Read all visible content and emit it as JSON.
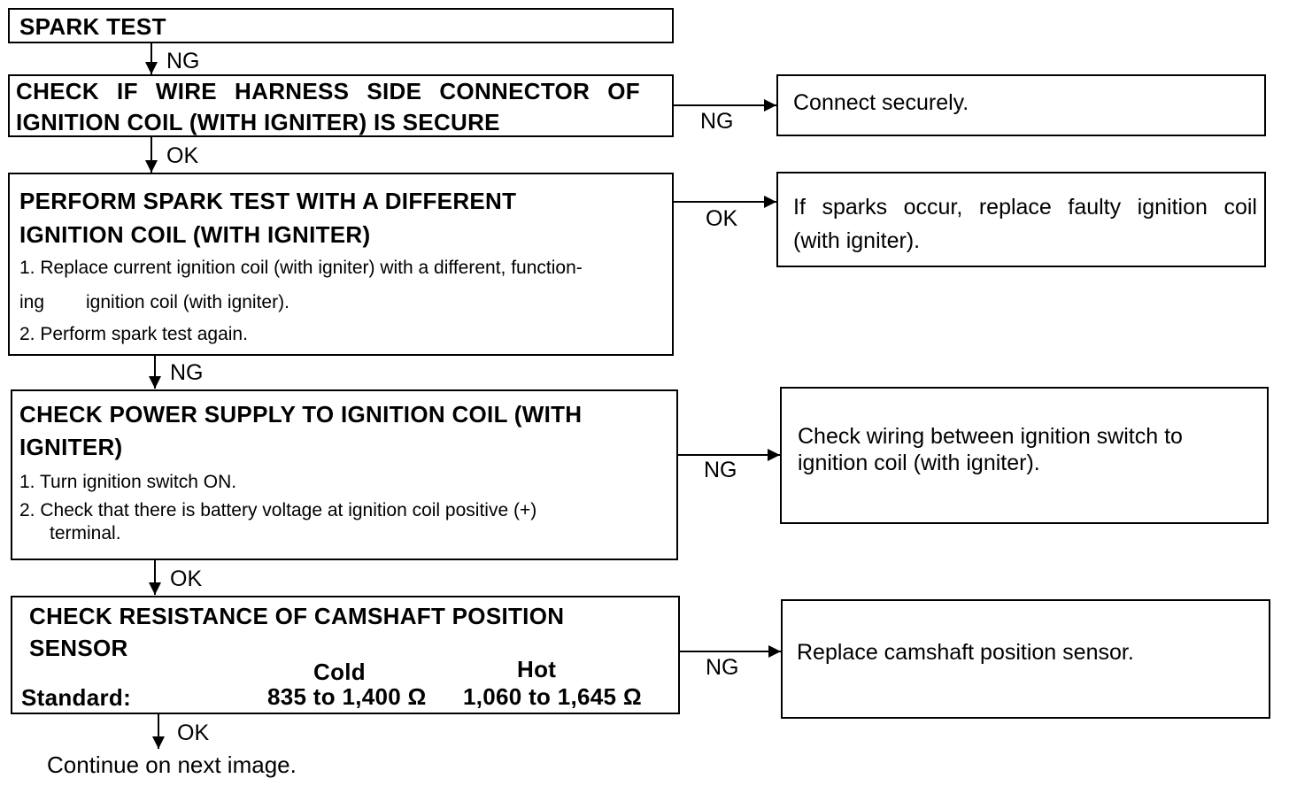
{
  "steps": {
    "spark_test": {
      "title": "SPARK TEST"
    },
    "harness": {
      "title_line1": [
        "CHECK",
        "IF",
        "WIRE",
        "HARNESS",
        "SIDE",
        "CONNECTOR",
        "OF"
      ],
      "title_line2": "IGNITION COIL (WITH IGNITER) IS SECURE"
    },
    "different_coil": {
      "title_line1": "PERFORM SPARK TEST WITH A DIFFERENT",
      "title_line2": "IGNITION COIL (WITH IGNITER)",
      "item1_line1": "1. Replace current ignition coil (with igniter) with a different, function-",
      "item1_line2a": "ing",
      "item1_line2b": "ignition coil (with igniter).",
      "item2": "2. Perform spark test again."
    },
    "power_supply": {
      "title_line1": "CHECK POWER SUPPLY TO IGNITION COIL (WITH",
      "title_line2": "IGNITER)",
      "item1": "1. Turn ignition switch ON.",
      "item2_line1": "2. Check that there is battery voltage at ignition coil positive (+)",
      "item2_line2": "terminal."
    },
    "camshaft": {
      "title_line1": "CHECK RESISTANCE OF CAMSHAFT POSITION",
      "title_line2": "SENSOR",
      "standard_label": "Standard:",
      "cold_header": "Cold",
      "cold_value": "835 to 1,400 Ω",
      "hot_header": "Hot",
      "hot_value": "1,060 to 1,645 Ω"
    }
  },
  "results": {
    "connect": "Connect securely.",
    "replace_coil_line1": [
      "If",
      "sparks",
      "occur,",
      "replace",
      "faulty",
      "ignition",
      "coil"
    ],
    "replace_coil_line2": "(with igniter).",
    "check_wiring_line1": "Check wiring between ignition switch to",
    "check_wiring_line2": "ignition coil (with igniter).",
    "replace_sensor": "Replace camshaft position sensor."
  },
  "labels": {
    "ng_1": "NG",
    "ok_1": "OK",
    "ng_2": "NG",
    "ok_2": "OK",
    "ng_3": "NG",
    "ok_3": "OK",
    "r_ng_1": "NG",
    "r_ok_1": "OK",
    "r_ng_2": "NG",
    "r_ng_3": "NG"
  },
  "footer": {
    "continue": "Continue on next image."
  }
}
